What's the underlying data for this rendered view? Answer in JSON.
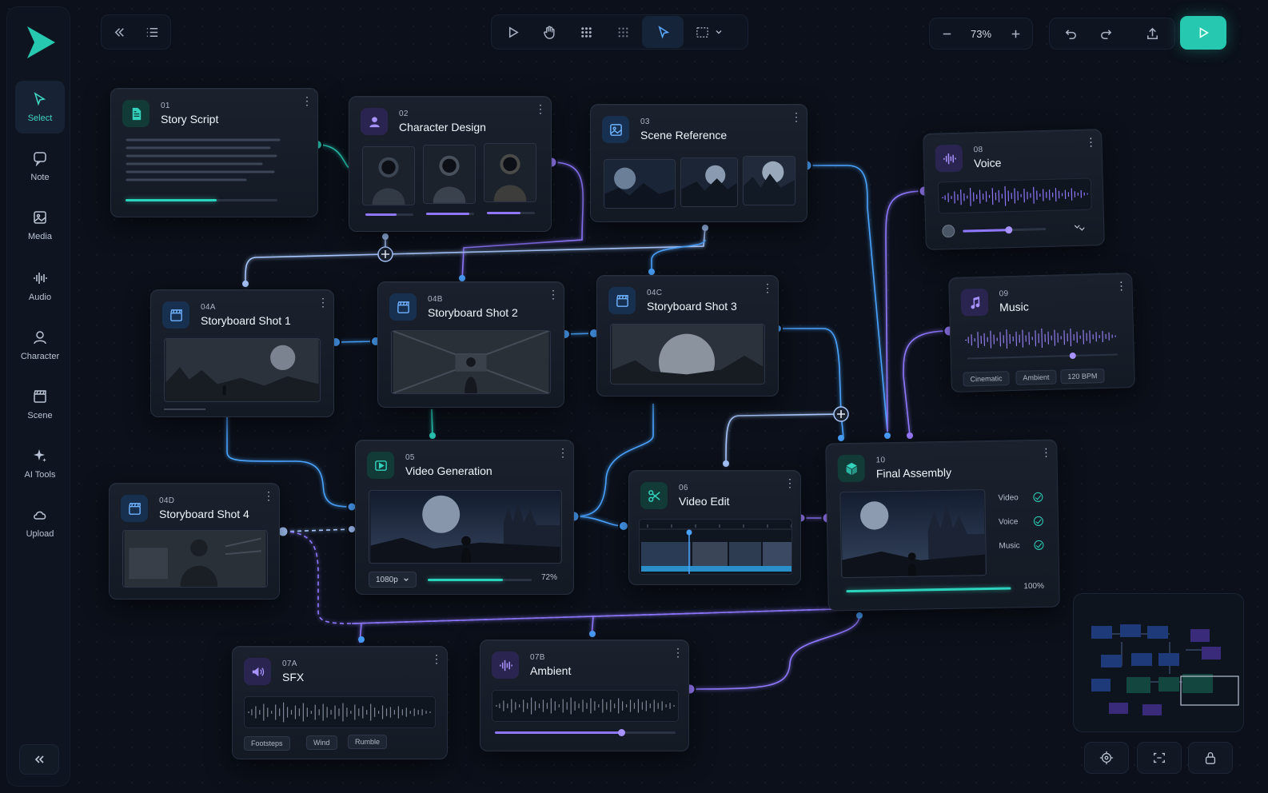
{
  "sidebar": {
    "tools": [
      {
        "label": "Select",
        "icon": "cursor-icon"
      },
      {
        "label": "Note",
        "icon": "chat-icon"
      },
      {
        "label": "Media",
        "icon": "image-icon"
      },
      {
        "label": "Audio",
        "icon": "waveform-icon"
      },
      {
        "label": "Character",
        "icon": "user-icon"
      },
      {
        "label": "Scene",
        "icon": "clapper-icon"
      },
      {
        "label": "AI Tools",
        "icon": "sparkle-icon"
      },
      {
        "label": "Upload",
        "icon": "cloud-icon"
      }
    ]
  },
  "toolbar": {
    "zoom": "73%"
  },
  "colors": {
    "accent": "#26c8b0",
    "wire_teal": "#2bd3bd",
    "wire_blue": "#4aa3ff",
    "wire_purple": "#8f78ff"
  },
  "nodes": {
    "story_script": {
      "num": "01",
      "title": "Story Script",
      "progress": 0.6
    },
    "character_design": {
      "num": "02",
      "title": "Character Design"
    },
    "scene_reference": {
      "num": "03",
      "title": "Scene Reference"
    },
    "shot1": {
      "num": "04A",
      "title": "Storyboard Shot 1"
    },
    "shot2": {
      "num": "04B",
      "title": "Storyboard Shot 2"
    },
    "shot3": {
      "num": "04C",
      "title": "Storyboard Shot 3"
    },
    "shot4": {
      "num": "04D",
      "title": "Storyboard Shot 4"
    },
    "video_generation": {
      "num": "05",
      "title": "Video Generation",
      "resolution": "1080p",
      "percent": "72%",
      "progress": 0.72
    },
    "video_edit": {
      "num": "06",
      "title": "Video Edit"
    },
    "sfx": {
      "num": "07A",
      "title": "SFX",
      "tags": [
        "Footsteps",
        "Wind",
        "Rumble"
      ]
    },
    "ambient": {
      "num": "07B",
      "title": "Ambient",
      "level": 0.75
    },
    "voice": {
      "num": "08",
      "title": "Voice",
      "level": 0.55
    },
    "music": {
      "num": "09",
      "title": "Music",
      "tags": [
        "Cinematic",
        "Ambient",
        "120 BPM"
      ]
    },
    "final_assembly": {
      "num": "10",
      "title": "Final Assembly",
      "tracks": [
        "Video",
        "Voice",
        "Music"
      ],
      "percent": "100%",
      "progress": 1.0
    }
  }
}
